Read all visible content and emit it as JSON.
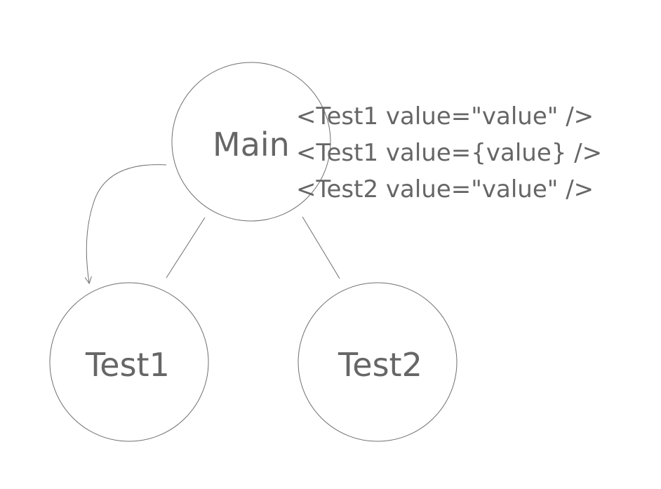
{
  "nodes": {
    "main": {
      "label": "Main"
    },
    "test1": {
      "label": "Test1"
    },
    "test2": {
      "label": "Test2"
    }
  },
  "code_lines": [
    "<Test1 value=\"value\" />",
    "<Test1 value={value} />",
    "<Test2 value=\"value\" />"
  ],
  "colors": {
    "stroke": "#6f6f6f",
    "text": "#666666",
    "background": "#ffffff"
  }
}
